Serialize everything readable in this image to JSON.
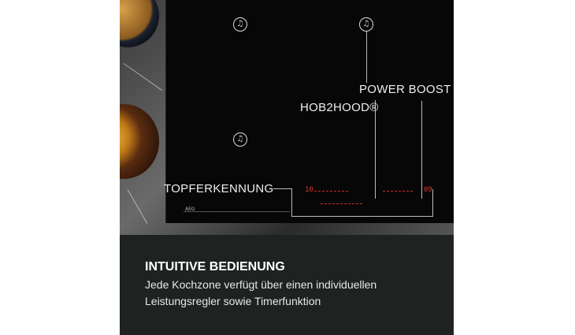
{
  "labels": {
    "power_boost": "POWER BOOST",
    "hob2hood": "HOB2HOOD®",
    "topferkennung": "TOPFERKENNUNG"
  },
  "display": {
    "left": "10",
    "right": "09"
  },
  "brand": "AEG",
  "caption": {
    "title": "INTUITIVE BEDIENUNG",
    "line1": "Jede Kochzone verfügt über einen individuellen",
    "line2": "Leistungsregler sowie Timerfunktion"
  },
  "icons": [
    "bell-icon",
    "bell-icon",
    "bell-icon"
  ],
  "colors": {
    "panel": "#1e2220",
    "display_red": "#e0342a"
  }
}
